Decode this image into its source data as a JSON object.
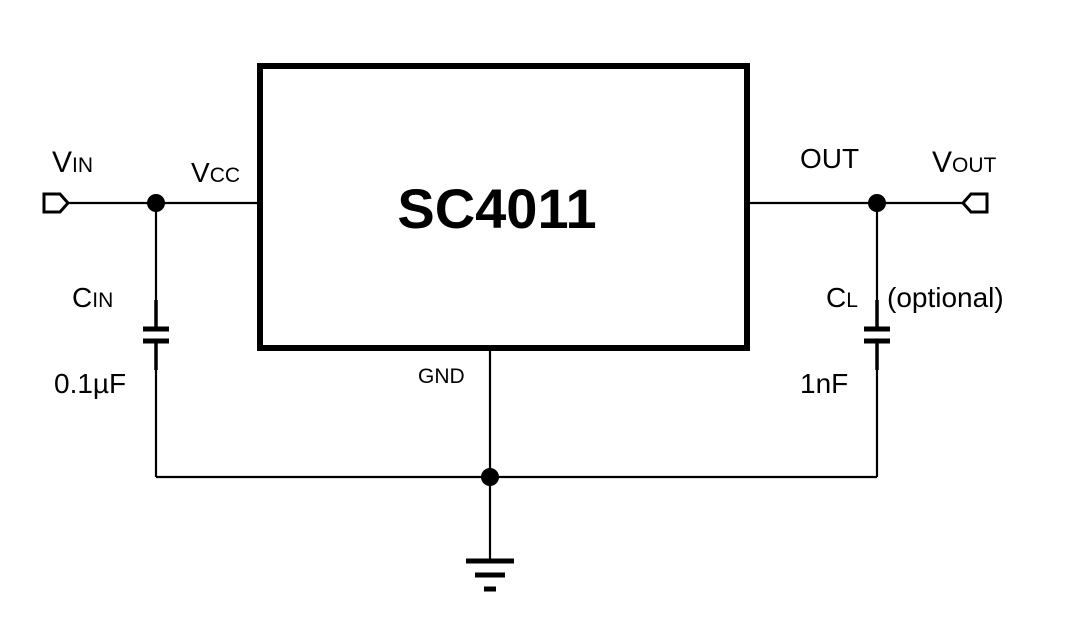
{
  "chip": {
    "name": "SC4011"
  },
  "pins": {
    "vcc_main": "V",
    "vcc_sub": "CC",
    "out": "OUT",
    "gnd": "GND"
  },
  "ports": {
    "vin_main": "V",
    "vin_sub": "IN",
    "vout_main": "V",
    "vout_sub": "OUT"
  },
  "cin": {
    "name_main": "C",
    "name_sub": "IN",
    "value": "0.1µF"
  },
  "cl": {
    "name_main": "C",
    "name_sub": "L",
    "note": "(optional)",
    "value": "1nF"
  }
}
